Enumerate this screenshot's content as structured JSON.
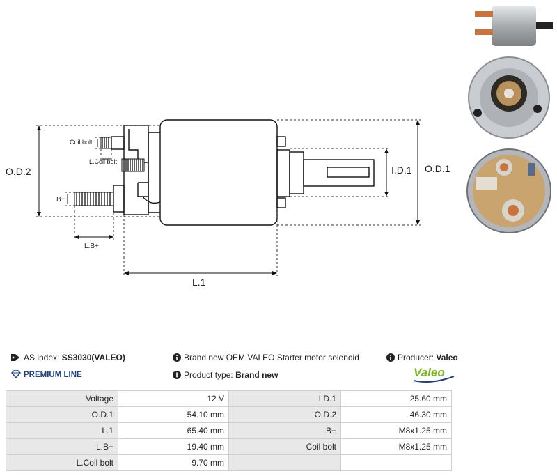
{
  "diagram": {
    "od2": "O.D.2",
    "od1": "O.D.1",
    "id1": "I.D.1",
    "l1": "L.1",
    "coil_bolt": "Coil bolt",
    "l_coil_bolt": "L.Coil bolt",
    "bplus": "B+",
    "lbplus": "L.B+"
  },
  "header": {
    "as_index_label": "AS index:",
    "as_index_value": "SS3030(VALEO)",
    "premium_line": "PREMIUM LINE",
    "description": "Brand new OEM VALEO Starter motor solenoid",
    "product_type_label": "Product type:",
    "product_type_value": "Brand new",
    "producer_label": "Producer:",
    "producer_value": "Valeo",
    "logo_text": "Valeo"
  },
  "specs": [
    [
      "Voltage",
      "12 V",
      "I.D.1",
      "25.60 mm"
    ],
    [
      "O.D.1",
      "54.10 mm",
      "O.D.2",
      "46.30 mm"
    ],
    [
      "L.1",
      "65.40 mm",
      "B+",
      "M8x1.25 mm"
    ],
    [
      "L.B+",
      "19.40 mm",
      "Coil bolt",
      "M8x1.25 mm"
    ],
    [
      "L.Coil bolt",
      "9.70 mm",
      "",
      ""
    ]
  ],
  "colors": {
    "brand_blue": "#1f3f86",
    "valeo_green": "#7ab51d",
    "table_label_bg": "#e8e8e8"
  }
}
